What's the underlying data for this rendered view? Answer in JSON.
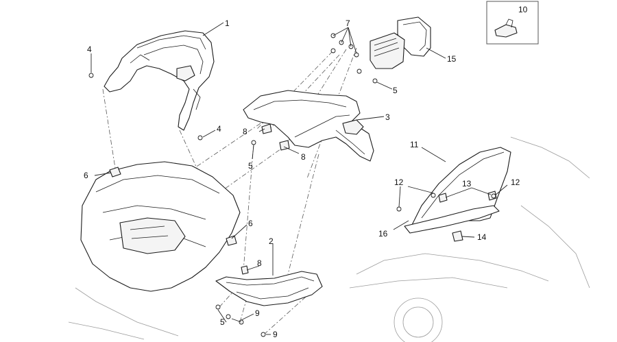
{
  "callouts": {
    "c1": "1",
    "c2": "2",
    "c3": "3",
    "c4a": "4",
    "c4b": "4",
    "c5a": "5",
    "c5b": "5",
    "c5c": "5",
    "c6a": "6",
    "c6b": "6",
    "c7": "7",
    "c8a": "8",
    "c8b": "8",
    "c8c": "8",
    "c9a": "9",
    "c9b": "9",
    "c10": "10",
    "c11": "11",
    "c12a": "12",
    "c12b": "12",
    "c13": "13",
    "c14": "14",
    "c15": "15",
    "c16": "16"
  }
}
